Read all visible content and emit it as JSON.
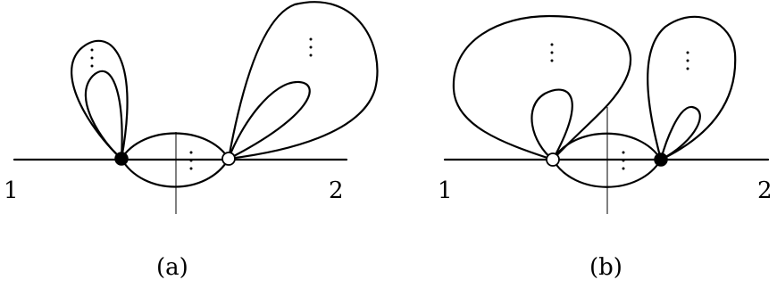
{
  "panels": [
    {
      "id": "a",
      "caption": "(a)",
      "left_label": "1",
      "right_label": "2",
      "left_vertex": "filled",
      "right_vertex": "open"
    },
    {
      "id": "b",
      "caption": "(b)",
      "left_label": "1",
      "right_label": "2",
      "left_vertex": "open",
      "right_vertex": "filled"
    }
  ]
}
